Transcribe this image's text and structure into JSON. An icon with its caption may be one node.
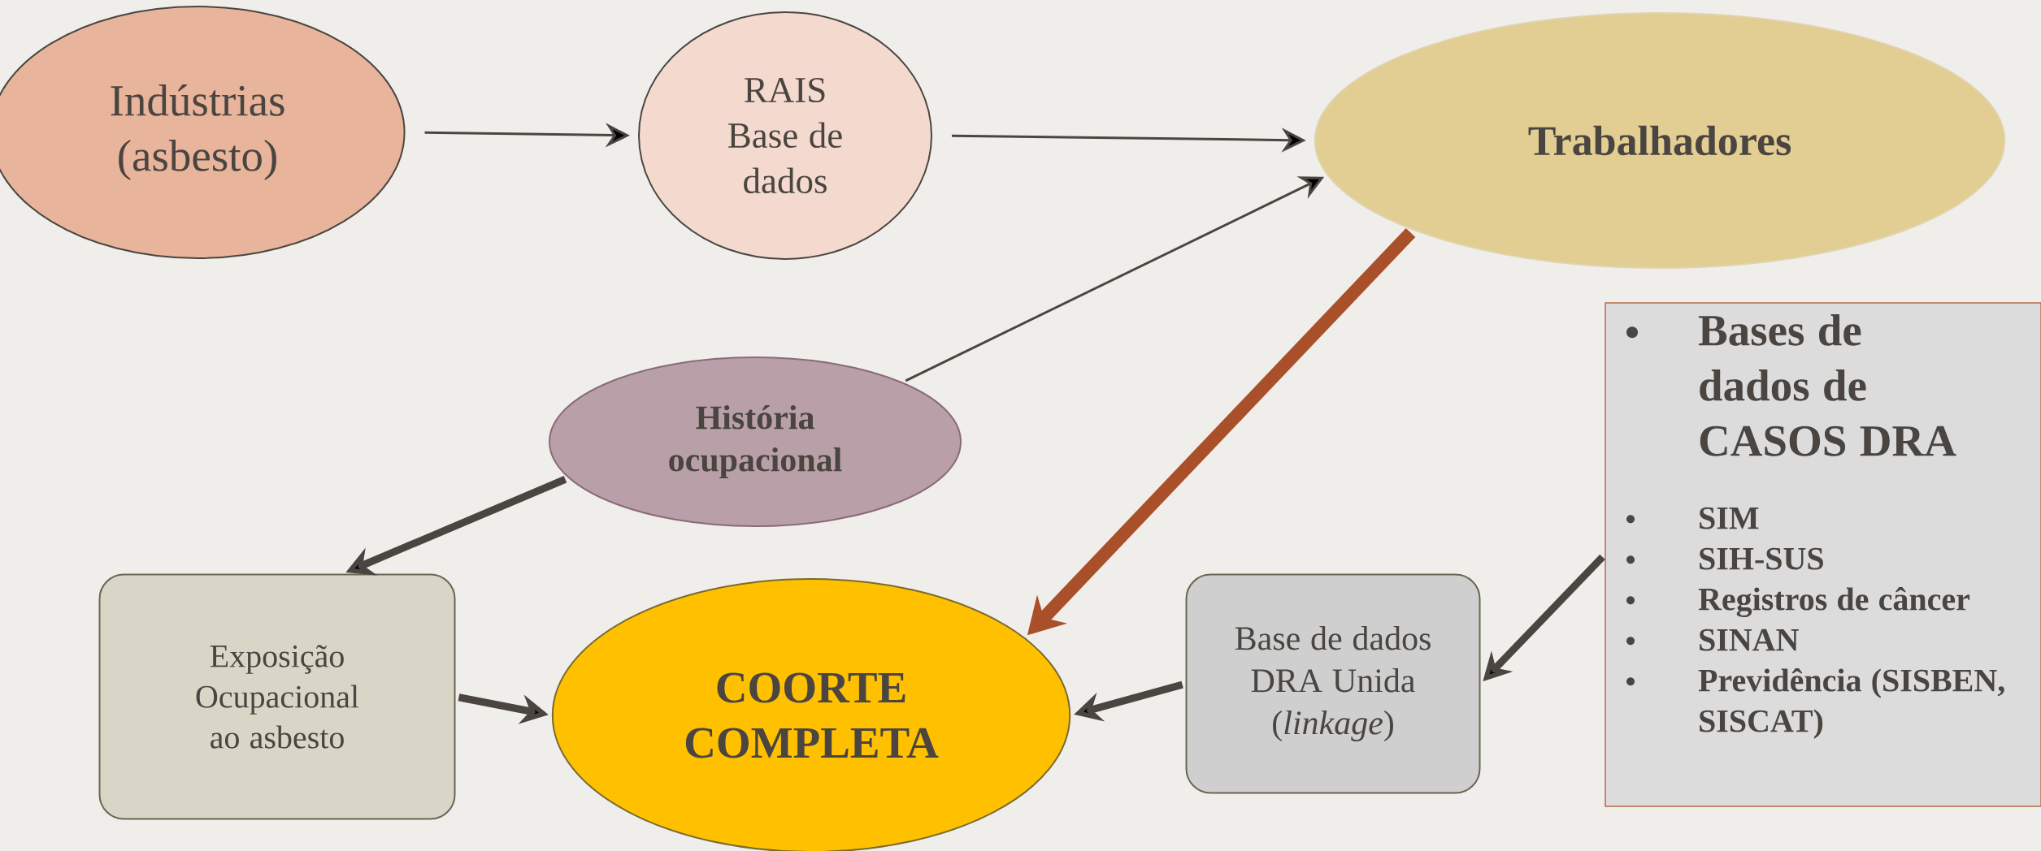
{
  "diagram": {
    "nodes": [
      {
        "text": [
          "Indústrias (asbesto)"
        ]
      },
      {
        "text": [
          "RAIS Base de dados"
        ]
      },
      {
        "text": [
          "Trabalhadores"
        ]
      },
      {
        "text": [
          "História ocupacional"
        ]
      },
      {
        "text": [
          "Exposição Ocupacional ao asbesto"
        ]
      },
      {
        "text": [
          "COORTE COMPLETA"
        ]
      },
      {
        "text": [
          "Base de dados DRA Unida (*linkage*)"
        ]
      },
      {
        "text": [
          "Bases de dados de CASOS DRA",
          "SIM",
          "SIH-SUS",
          "Registros de câncer",
          "SINAN",
          "Previdência (SISBEN, SISCAT)"
        ]
      }
    ],
    "edges": [
      {
        "from": 0,
        "to": 1,
        "arrow": "to"
      },
      {
        "from": 1,
        "to": 2,
        "arrow": "to"
      },
      {
        "from": 3,
        "to": 2,
        "arrow": "to"
      },
      {
        "from": 3,
        "to": 4,
        "arrow": "to"
      },
      {
        "from": 2,
        "to": 5,
        "arrow": "to",
        "color": "#a9502a"
      },
      {
        "from": 4,
        "to": 5,
        "arrow": "to"
      },
      {
        "from": 6,
        "to": 5,
        "arrow": "to"
      },
      {
        "from": 7,
        "to": 6,
        "arrow": "to"
      }
    ]
  }
}
